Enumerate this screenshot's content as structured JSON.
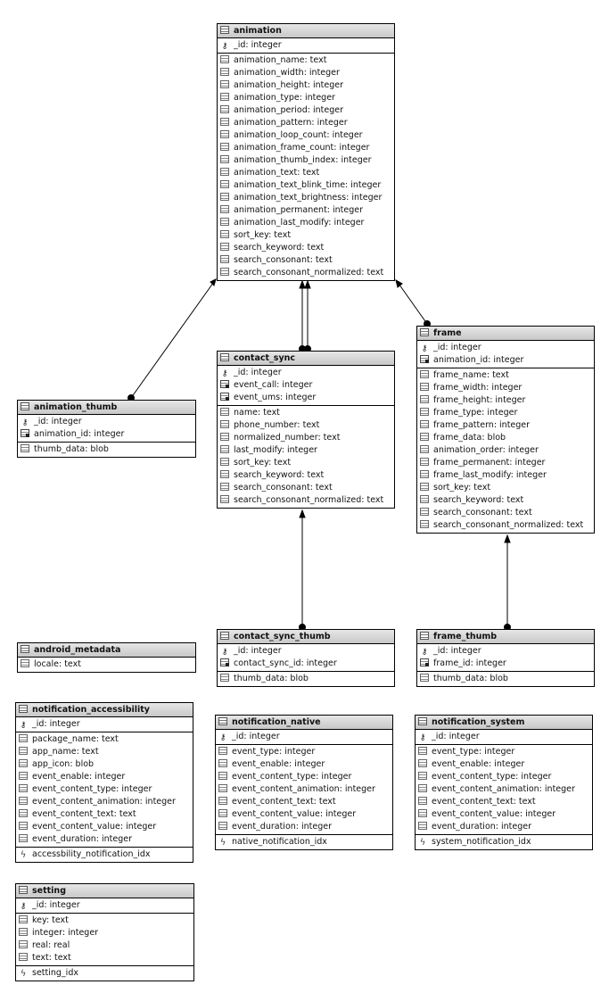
{
  "tables": {
    "animation": {
      "name": "animation",
      "pk": [
        "_id: integer"
      ],
      "fks": [],
      "cols": [
        "animation_name: text",
        "animation_width: integer",
        "animation_height: integer",
        "animation_type: integer",
        "animation_period: integer",
        "animation_pattern: integer",
        "animation_loop_count: integer",
        "animation_frame_count: integer",
        "animation_thumb_index: integer",
        "animation_text: text",
        "animation_text_blink_time: integer",
        "animation_text_brightness: integer",
        "animation_permanent: integer",
        "animation_last_modify: integer",
        "sort_key: text",
        "search_keyword: text",
        "search_consonant: text",
        "search_consonant_normalized: text"
      ],
      "idx": []
    },
    "animation_thumb": {
      "name": "animation_thumb",
      "pk": [
        "_id: integer"
      ],
      "fks": [
        "animation_id: integer"
      ],
      "cols": [
        "thumb_data: blob"
      ],
      "idx": []
    },
    "contact_sync": {
      "name": "contact_sync",
      "pk": [
        "_id: integer"
      ],
      "fks": [
        "event_call: integer",
        "event_ums: integer"
      ],
      "cols": [
        "name: text",
        "phone_number: text",
        "normalized_number: text",
        "last_modify: integer",
        "sort_key: text",
        "search_keyword: text",
        "search_consonant: text",
        "search_consonant_normalized: text"
      ],
      "idx": []
    },
    "frame": {
      "name": "frame",
      "pk": [
        "_id: integer"
      ],
      "fks": [
        "animation_id: integer"
      ],
      "cols": [
        "frame_name: text",
        "frame_width: integer",
        "frame_height: integer",
        "frame_type: integer",
        "frame_pattern: integer",
        "frame_data: blob",
        "animation_order: integer",
        "frame_permanent: integer",
        "frame_last_modify: integer",
        "sort_key: text",
        "search_keyword: text",
        "search_consonant: text",
        "search_consonant_normalized: text"
      ],
      "idx": []
    },
    "android_metadata": {
      "name": "android_metadata",
      "pk": [],
      "fks": [],
      "cols": [
        "locale: text"
      ],
      "idx": []
    },
    "contact_sync_thumb": {
      "name": "contact_sync_thumb",
      "pk": [
        "_id: integer"
      ],
      "fks": [
        "contact_sync_id: integer"
      ],
      "cols": [
        "thumb_data: blob"
      ],
      "idx": []
    },
    "frame_thumb": {
      "name": "frame_thumb",
      "pk": [
        "_id: integer"
      ],
      "fks": [
        "frame_id: integer"
      ],
      "cols": [
        "thumb_data: blob"
      ],
      "idx": []
    },
    "notification_accessibility": {
      "name": "notification_accessibility",
      "pk": [
        "_id: integer"
      ],
      "fks": [],
      "cols": [
        "package_name: text",
        "app_name: text",
        "app_icon: blob",
        "event_enable: integer",
        "event_content_type: integer",
        "event_content_animation: integer",
        "event_content_text: text",
        "event_content_value: integer",
        "event_duration: integer"
      ],
      "idx": [
        "accessbility_notification_idx"
      ]
    },
    "notification_native": {
      "name": "notification_native",
      "pk": [
        "_id: integer"
      ],
      "fks": [],
      "cols": [
        "event_type: integer",
        "event_enable: integer",
        "event_content_type: integer",
        "event_content_animation: integer",
        "event_content_text: text",
        "event_content_value: integer",
        "event_duration: integer"
      ],
      "idx": [
        "native_notification_idx"
      ]
    },
    "notification_system": {
      "name": "notification_system",
      "pk": [
        "_id: integer"
      ],
      "fks": [],
      "cols": [
        "event_type: integer",
        "event_enable: integer",
        "event_content_type: integer",
        "event_content_animation: integer",
        "event_content_text: text",
        "event_content_value: integer",
        "event_duration: integer"
      ],
      "idx": [
        "system_notification_idx"
      ]
    },
    "setting": {
      "name": "setting",
      "pk": [
        "_id: integer"
      ],
      "fks": [],
      "cols": [
        "key: text",
        "integer: integer",
        "real: real",
        "text: text"
      ],
      "idx": [
        "setting_idx"
      ]
    }
  },
  "relationships": [
    {
      "from": "animation_thumb",
      "to": "animation"
    },
    {
      "from": "contact_sync",
      "to": "animation"
    },
    {
      "from": "contact_sync",
      "to": "animation"
    },
    {
      "from": "frame",
      "to": "animation"
    },
    {
      "from": "contact_sync_thumb",
      "to": "contact_sync"
    },
    {
      "from": "frame_thumb",
      "to": "frame"
    }
  ],
  "icons": {
    "table": "table-icon",
    "key": "key-icon",
    "foreign_key": "foreign-key-icon",
    "column": "column-icon",
    "index": "index-icon"
  }
}
